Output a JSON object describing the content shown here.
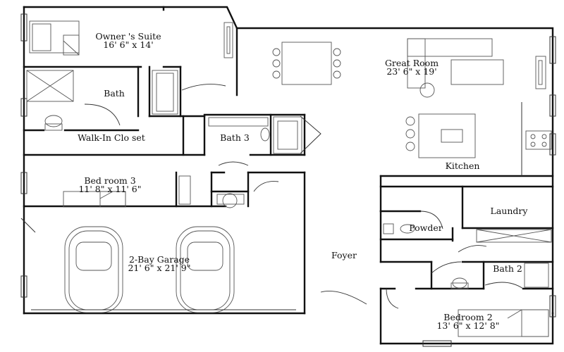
{
  "rooms": {
    "owners_suite": {
      "name": "Owner 's Suite",
      "size": "16' 6\" x 14'"
    },
    "bath": {
      "name": "Bath"
    },
    "walk_in_closet": {
      "name": "Walk-In Clo set"
    },
    "bath3": {
      "name": "Bath 3"
    },
    "bedroom3": {
      "name": "Bed room 3",
      "size": "11' 8\" x 11' 6\""
    },
    "garage": {
      "name": "2-Bay Garage",
      "size": "21' 6\" x 21' 9\""
    },
    "great_room": {
      "name": "Great Room",
      "size": "23' 6\" x 19'"
    },
    "kitchen": {
      "name": "Kitchen"
    },
    "laundry": {
      "name": "Laundry"
    },
    "powder": {
      "name": "Powder"
    },
    "foyer": {
      "name": "Foyer"
    },
    "bath2": {
      "name": "Bath 2"
    },
    "bedroom2": {
      "name": "Bedroom 2",
      "size": "13' 6\" x 12' 8\""
    }
  }
}
